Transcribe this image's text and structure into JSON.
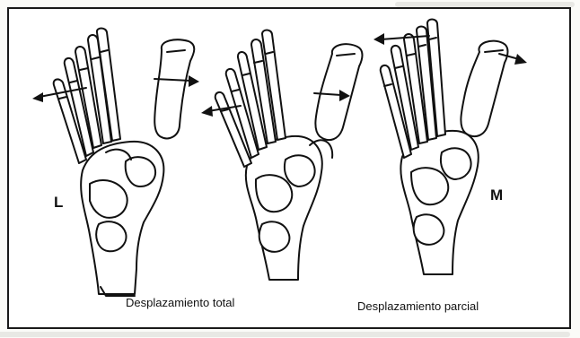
{
  "figure": {
    "label_left": "L",
    "label_right": "M",
    "caption_total": "Desplazamiento total",
    "caption_partial": "Desplazamiento parcial"
  },
  "colors": {
    "ink": "#111111",
    "paper": "#ffffff",
    "border": "#1a1a1a"
  }
}
